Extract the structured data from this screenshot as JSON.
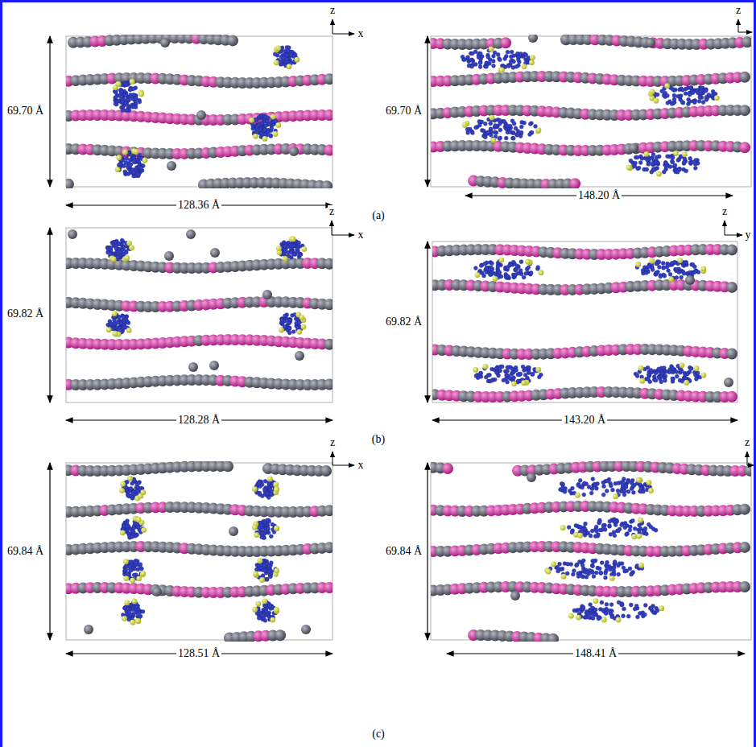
{
  "diagram": {
    "labels": [
      "z",
      "x",
      "69.70 Å",
      "128.36 Å",
      "z",
      "69.70 Å",
      "148.20 Å",
      "(a)",
      "z",
      "x",
      "69.82 Å",
      "128.28 Å",
      "z",
      "y",
      "69.82 Å",
      "143.20 Å",
      "(b)",
      "z",
      "x",
      "69.84 Å",
      "128.51 Å",
      "z",
      "69.84 Å",
      "148.41 Å",
      "(c)"
    ]
  }
}
